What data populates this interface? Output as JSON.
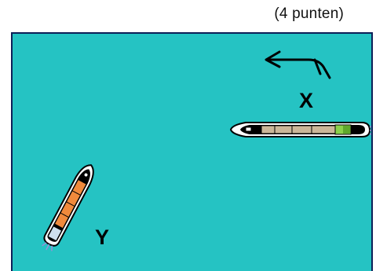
{
  "header": {
    "points_text": "(4 punten)"
  },
  "scene": {
    "water_color": "#25c3c3",
    "frame_color": "#0c1f57",
    "wind_indicator": {
      "icon": "wind-arrow-icon",
      "pointing": "west"
    },
    "ships": [
      {
        "id": "x",
        "label": "X",
        "deck_color": "#cbb799",
        "bridge_color": "#8ad14a",
        "heading": "west"
      },
      {
        "id": "y",
        "label": "Y",
        "deck_color": "#f08a3c",
        "bridge_color": "#cfe0ee",
        "heading": "north-east"
      }
    ]
  }
}
